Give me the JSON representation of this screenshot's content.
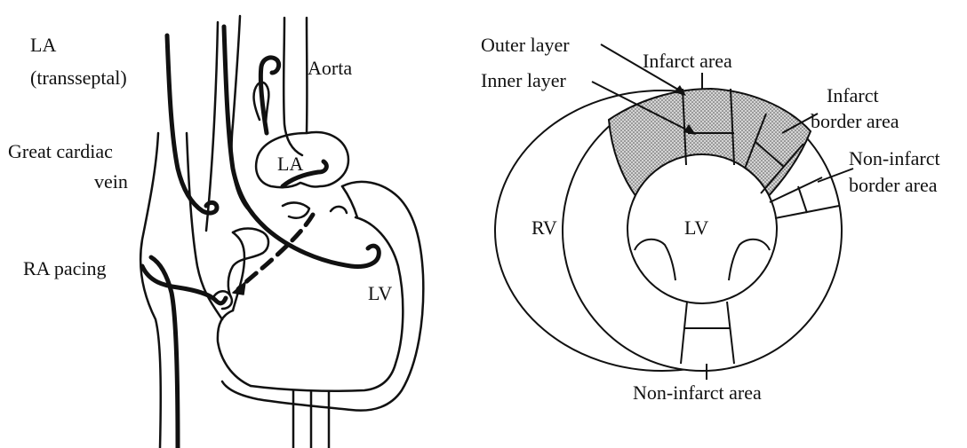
{
  "left_panel": {
    "labels": {
      "la_transseptal_1": "LA",
      "la_transseptal_2": "(transseptal)",
      "aorta": "Aorta",
      "great_cardiac_vein_1": "Great cardiac",
      "great_cardiac_vein_2": "vein",
      "la_chamber": "LA",
      "ra_pacing": "RA pacing",
      "lv_chamber": "LV"
    }
  },
  "right_panel": {
    "labels": {
      "outer_layer": "Outer layer",
      "infarct_area": "Infarct area",
      "inner_layer": "Inner layer",
      "infarct_border_1": "Infarct",
      "infarct_border_2": "border area",
      "non_infarct_border_1": "Non-infarct",
      "non_infarct_border_2": "border area",
      "rv": "RV",
      "lv": "LV",
      "non_infarct_area": "Non-infarct area"
    }
  },
  "colors": {
    "stroke": "#111111",
    "infarct_fill": "#cfcfcf",
    "background": "#ffffff"
  }
}
